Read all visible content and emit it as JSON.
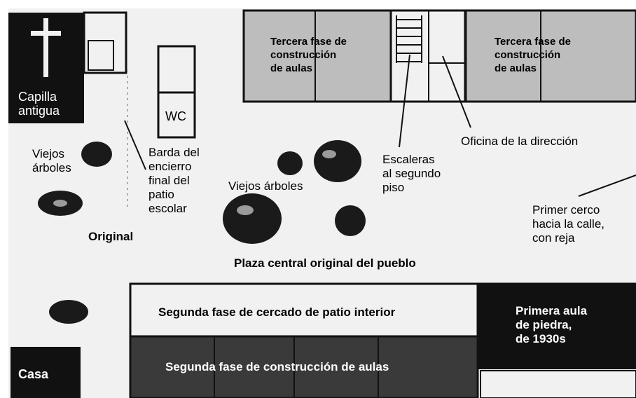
{
  "colors": {
    "paper": "#f1f1f1",
    "outline": "#111111",
    "dark_fill": "#111111",
    "shaded_fill": "#bdbdbd",
    "classroom_fill": "#3a3a3a",
    "tree_fill": "#1a1a1a"
  },
  "icons": {
    "chapel_symbol": "cross-icon",
    "tree_symbol": "tree-icon"
  },
  "labels": {
    "capilla_antigua": "Capilla\nantigua",
    "wc": "WC",
    "viejos_arboles_left": "Viejos\nárboles",
    "barda": "Barda del\nencierro\nfinal del\npatio\nescolar",
    "original": "Original",
    "viejos_arboles_center": "Viejos árboles",
    "tercera_fase_left": "Tercera fase de\nconstrucción\nde aulas",
    "tercera_fase_right": "Tercera fase de\nconstrucción\nde aulas",
    "escaleras": "Escaleras\nal segundo\npiso",
    "oficina": "Oficina de la dirección",
    "primer_cerco": "Primer cerco\nhacia la calle,\ncon reja",
    "plaza": "Plaza central original del pueblo",
    "segunda_cercado": "Segunda fase de cercado de patio interior",
    "primera_aula": "Primera aula\nde piedra,\nde 1930s",
    "segunda_aulas": "Segunda fase de construcción de aulas",
    "casa": "Casa"
  }
}
